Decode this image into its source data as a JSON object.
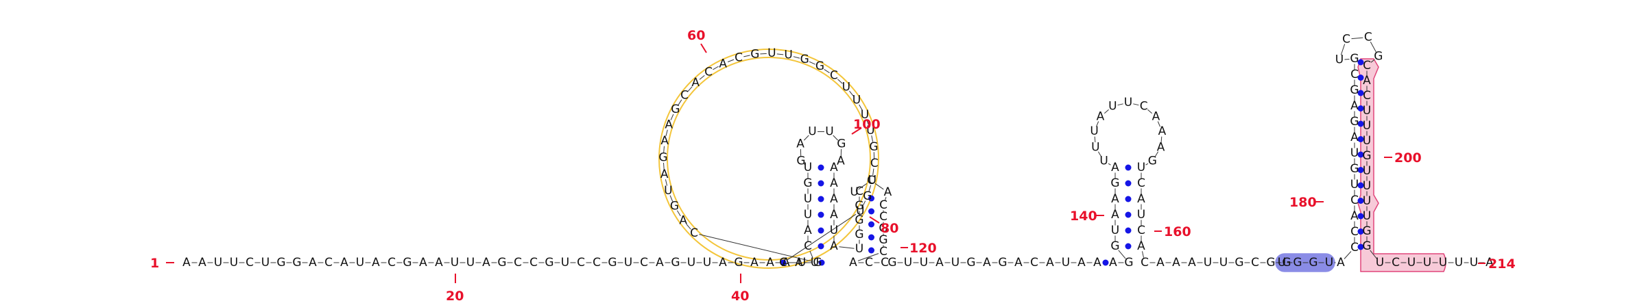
{
  "diagram": {
    "type": "rna-secondary-structure",
    "colors": {
      "nucleotide": "#111111",
      "pair_dot": "#1515e6",
      "backbone": "#333333",
      "position_label": "#e8102a",
      "highlight_loop": "#f3c53a",
      "highlight_blue": "#8a8ce6",
      "highlight_pink": "#e0457a",
      "highlight_pink_fill": "#f7cad8"
    },
    "segments": {
      "s5": "AAUUCUGGACAUACGAAUUAGCCGUCCGUCAGUUAGAAAUG",
      "ring": "CAGUAGAAGCACACGUUGGCUUUUGCUGU",
      "j1": "CAU",
      "hp1_5": "CAUUGU",
      "hp1_loop": "GAUUGA",
      "hp1_3": "AAAAUA",
      "hp2_5": "UGGGC",
      "hp2_loop": "UCA",
      "hp2_3": "CCGGC",
      "j2": "ACC",
      "j3": "GUUAUGAGACAUAAAG",
      "hp3_5": "GUAAGA",
      "hp3_loop": "UUUAUUCAAAG",
      "hp3_3": "UCAUCA",
      "j4": "CAAAUUGCGG",
      "blue": "UGGU",
      "aa": "A",
      "hp4_5": "CCACUGUAGAGCG",
      "hp4_loop": "UCCG",
      "hp4_3": "CACUUUGUUUUGG",
      "tail_pink": "UCUUUU",
      "tail": "UA"
    },
    "labels": {
      "p1": "1",
      "p20": "20",
      "p40": "40",
      "p60": "60",
      "p80": "80",
      "p100": "100",
      "p120": "120",
      "p140": "140",
      "p160": "160",
      "p180": "180",
      "p200": "200",
      "p214": "214"
    }
  }
}
